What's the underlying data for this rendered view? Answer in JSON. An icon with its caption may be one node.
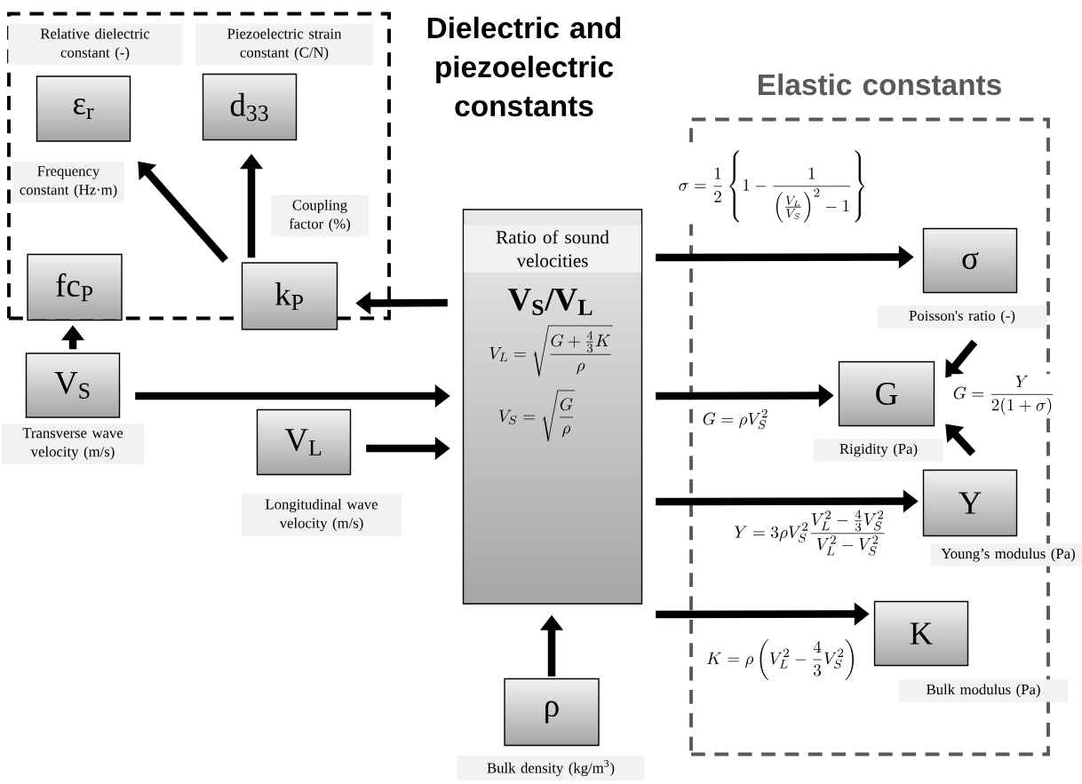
{
  "diagram": {
    "nodes": [
      {
        "text": [
          "Dielectric and piezoelectric constants"
        ]
      },
      {
        "text": [
          "ε$_{r}$"
        ],
        "in": 0,
        "beside": [
          "Relative dielectric constant (-)"
        ]
      },
      {
        "text": [
          "d$_{33}$"
        ],
        "in": 0,
        "beside": [
          "Piezoelectric strain constant (C/N)"
        ]
      },
      {
        "text": [
          "fc$_{P}$"
        ],
        "in": 0
      },
      {
        "text": [
          "k$_{P}$"
        ],
        "in": 0,
        "beside": [
          "Coupling factor (%)"
        ]
      },
      {
        "text": [
          "Elastic constants"
        ]
      },
      {
        "text": [
          "σ"
        ],
        "in": 5,
        "beside": [
          "Poisson's ratio (-)"
        ]
      },
      {
        "text": [
          "G"
        ],
        "in": 5,
        "beside": [
          "Rigidity (Pa)"
        ]
      },
      {
        "text": [
          "Y"
        ],
        "in": 5,
        "beside": [
          "Young’s modulus (Pa)"
        ]
      },
      {
        "text": [
          "K"
        ],
        "in": 5,
        "beside": [
          "Bulk modulus (Pa)"
        ]
      },
      {
        "text": [
          "V$_{S}$"
        ],
        "beside": [
          "Transverse wave velocity (m/s)"
        ]
      },
      {
        "text": [
          "V$_{L}$"
        ],
        "beside": [
          "Longitudinal wave velocity (m/s)"
        ]
      },
      {
        "text": [
          "Ratio of sound velocities",
          "V$_{S}$/V$_{L}$",
          "V_L = \\sqrt{\\frac{G+\\frac{4}{3}K}{\\rho}}",
          "V_S = \\sqrt{\\frac{G}{\\rho}}"
        ]
      },
      {
        "text": [
          "ρ"
        ],
        "beside": [
          "Bulk density (kg/m$^{3}$)"
        ]
      }
    ],
    "edges": [
      {
        "from": 4,
        "to": 1,
        "arrow": "to"
      },
      {
        "from": 4,
        "to": 2,
        "arrow": "to"
      },
      {
        "from": 10,
        "to": 3,
        "arrow": "to"
      },
      {
        "from": 12,
        "to": 4,
        "arrow": "to"
      },
      {
        "from": 10,
        "to": 12,
        "arrow": "to"
      },
      {
        "from": 11,
        "to": 12,
        "arrow": "to"
      },
      {
        "from": 13,
        "to": 12,
        "arrow": "to"
      },
      {
        "from": 12,
        "to": 6,
        "arrow": "to",
        "label": "\\sigma = \\frac{1}{2}\\left\\{1-\\frac{1}{\\left(\\frac{V_L}{V_S}\\right)^2-1}\\right\\}"
      },
      {
        "from": 12,
        "to": 7,
        "arrow": "to",
        "label": "G = \\rho V_S^2"
      },
      {
        "from": 12,
        "to": 8,
        "arrow": "to",
        "label": "Y = 3\\rho V_S^2\\frac{V_L^2-\\frac{4}{3}V_S^2}{V_L^2-V_S^2}"
      },
      {
        "from": 12,
        "to": 9,
        "arrow": "to",
        "label": "K = \\rho\\left(V_L^2-\\frac{4}{3}V_S^2\\right)"
      },
      {
        "from": 6,
        "to": 7,
        "arrow": "to"
      },
      {
        "from": 8,
        "to": 7,
        "arrow": "to"
      }
    ],
    "labels": [
      "Frequency constant (Hz·m)",
      "G = \\frac{Y}{2(1+\\sigma)}"
    ]
  }
}
